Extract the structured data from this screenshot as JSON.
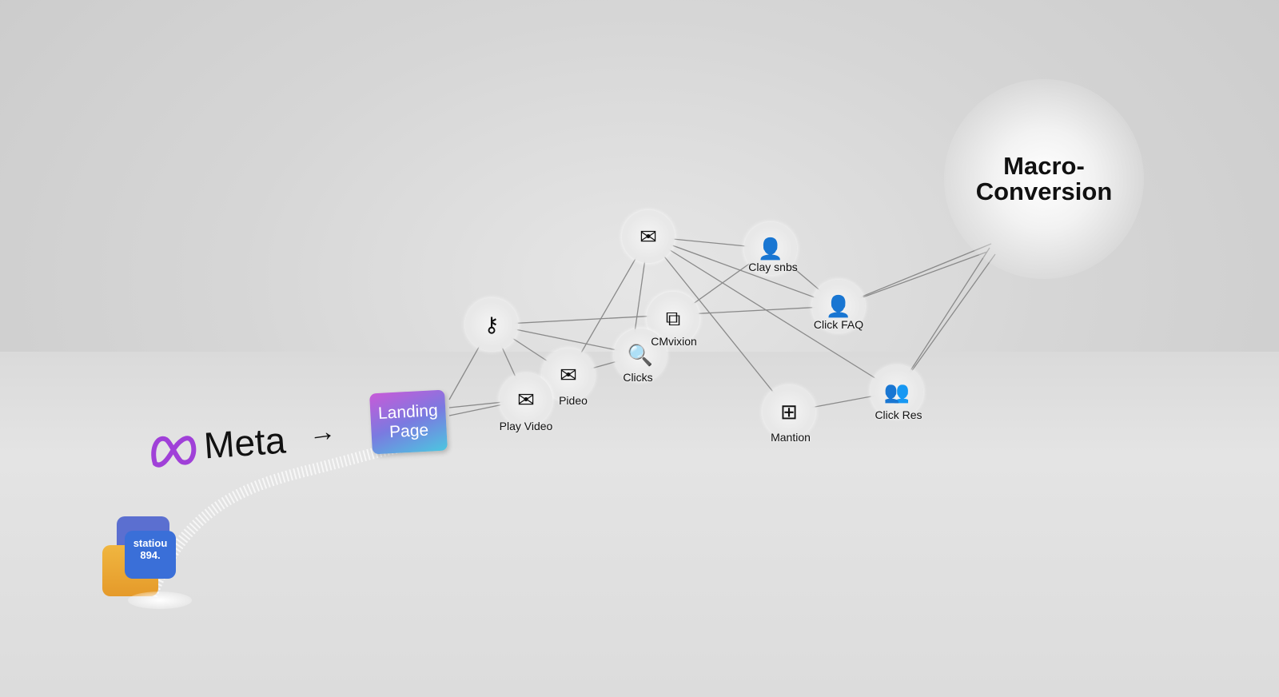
{
  "source": {
    "brand": "Meta",
    "arrow": "→",
    "social_badge_line1": "statiou",
    "social_badge_line2": "894."
  },
  "landing_page": {
    "line1": "Landing",
    "line2": "Page"
  },
  "nodes": [
    {
      "id": "mail",
      "label": "",
      "icon": "envelope-chat-icon",
      "glyph": "✉"
    },
    {
      "id": "clay",
      "label": "Clay snbs",
      "icon": "user-lock-icon",
      "glyph": "👤"
    },
    {
      "id": "faq",
      "label": "Click FAQ",
      "icon": "user-icon",
      "glyph": "👤"
    },
    {
      "id": "key",
      "label": "",
      "icon": "key-icon",
      "glyph": "⚷"
    },
    {
      "id": "cmv",
      "label": "CMvixion",
      "icon": "copy-icon",
      "glyph": "⧉"
    },
    {
      "id": "clicks",
      "label": "Clicks",
      "icon": "search-icon",
      "glyph": "🔍"
    },
    {
      "id": "pideo",
      "label": "Pideo",
      "icon": "envelope-user-icon",
      "glyph": "✉"
    },
    {
      "id": "play",
      "label": "Play Video",
      "icon": "envelope-icon",
      "glyph": "✉"
    },
    {
      "id": "mantion",
      "label": "Mantion",
      "icon": "dashboard-icon",
      "glyph": "⊞"
    },
    {
      "id": "res",
      "label": "Click Res",
      "icon": "group-icon",
      "glyph": "👥"
    }
  ],
  "goal": {
    "line1": "Macro-",
    "line2": "Conversion"
  },
  "colors": {
    "meta_purple": "#a040d8",
    "edge": "#8a8a8a"
  }
}
